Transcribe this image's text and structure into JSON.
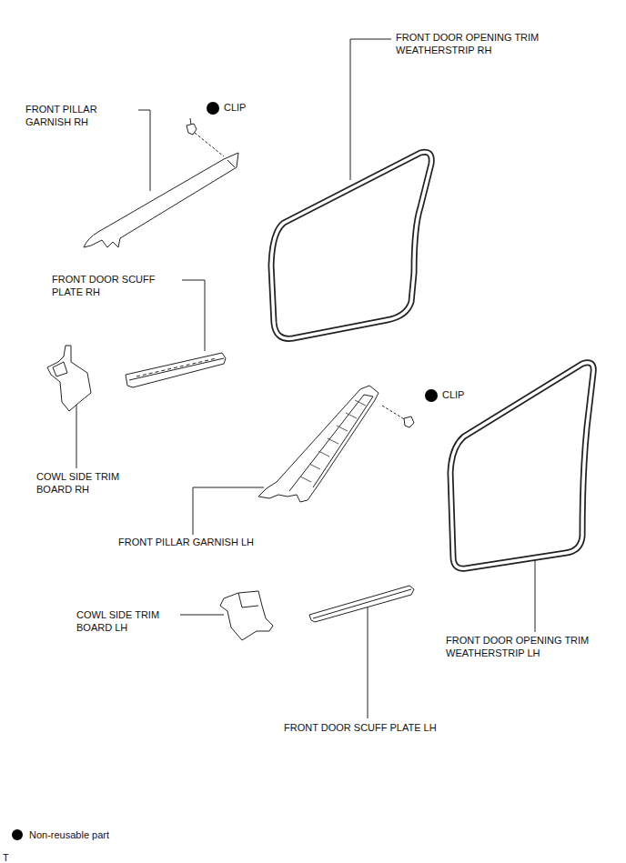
{
  "diagram": {
    "labels": [
      "FRONT DOOR OPENING TRIM WEATHERSTRIP RH",
      "FRONT PILLAR GARNISH RH",
      "CLIP",
      "FRONT DOOR SCUFF PLATE RH",
      "CLIP",
      "COWL SIDE TRIM BOARD RH",
      "FRONT PILLAR GARNISH LH",
      "COWL SIDE TRIM BOARD LH",
      "FRONT DOOR OPENING TRIM WEATHERSTRIP LH",
      "FRONT DOOR SCUFF PLATE LH",
      "T"
    ],
    "legend": [
      {
        "text": "Non-reusable part"
      }
    ]
  }
}
